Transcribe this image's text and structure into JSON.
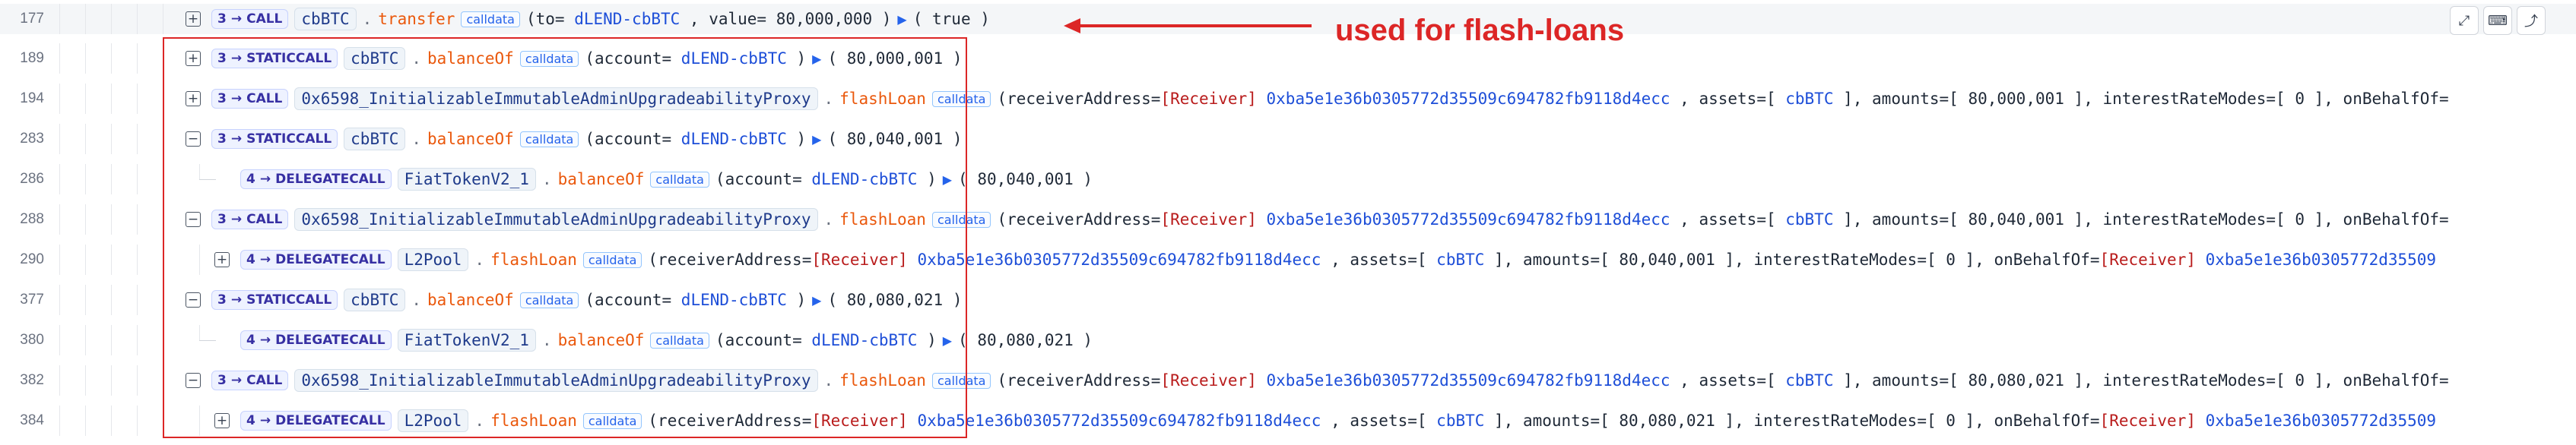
{
  "annotation": {
    "text": "used for flash-loans",
    "color": "#dc2626"
  },
  "toolbar": {
    "expand_icon": "expand-icon",
    "terminal_icon": "terminal-icon",
    "share_icon": "share-icon"
  },
  "rows": [
    {
      "line": "177",
      "toggle": "+",
      "depth": "3",
      "call_type": "CALL",
      "contract": "cbBTC",
      "function": "transfer",
      "calldata": "calldata",
      "args_text": "(to= dLEND-cbBTC , value= 80,000,000 )",
      "return": "( true )"
    },
    {
      "line": "189",
      "toggle": "+",
      "depth": "3",
      "call_type": "STATICCALL",
      "contract": "cbBTC",
      "function": "balanceOf",
      "calldata": "calldata",
      "args_text": "(account= dLEND-cbBTC )",
      "return": "( 80,000,001 )"
    },
    {
      "line": "194",
      "toggle": "+",
      "depth": "3",
      "call_type": "CALL",
      "contract": "0x6598_InitializableImmutableAdminUpgradeabilityProxy",
      "function": "flashLoan",
      "calldata": "calldata",
      "args_text": "(receiverAddress=[Receiver] 0xba5e1e36b0305772d35509c694782fb9118d4ecc , assets=[ cbBTC ], amounts=[ 80,000,001 ], interestRateModes=[ 0 ], onBehalfOf=",
      "return": ""
    },
    {
      "line": "283",
      "toggle": "−",
      "depth": "3",
      "call_type": "STATICCALL",
      "contract": "cbBTC",
      "function": "balanceOf",
      "calldata": "calldata",
      "args_text": "(account= dLEND-cbBTC )",
      "return": "( 80,040,001 )"
    },
    {
      "line": "286",
      "toggle": "",
      "depth": "4",
      "call_type": "DELEGATECALL",
      "contract": "FiatTokenV2_1",
      "function": "balanceOf",
      "calldata": "calldata",
      "args_text": "(account= dLEND-cbBTC )",
      "return": "( 80,040,001 )"
    },
    {
      "line": "288",
      "toggle": "−",
      "depth": "3",
      "call_type": "CALL",
      "contract": "0x6598_InitializableImmutableAdminUpgradeabilityProxy",
      "function": "flashLoan",
      "calldata": "calldata",
      "args_text": "(receiverAddress=[Receiver] 0xba5e1e36b0305772d35509c694782fb9118d4ecc , assets=[ cbBTC ], amounts=[ 80,040,001 ], interestRateModes=[ 0 ], onBehalfOf=",
      "return": ""
    },
    {
      "line": "290",
      "toggle": "+",
      "depth": "4",
      "call_type": "DELEGATECALL",
      "contract": "L2Pool",
      "function": "flashLoan",
      "calldata": "calldata",
      "args_text": "(receiverAddress=[Receiver] 0xba5e1e36b0305772d35509c694782fb9118d4ecc , assets=[ cbBTC ], amounts=[ 80,040,001 ], interestRateModes=[ 0 ], onBehalfOf=[Receiver] 0xba5e1e36b0305772d35509",
      "return": ""
    },
    {
      "line": "377",
      "toggle": "−",
      "depth": "3",
      "call_type": "STATICCALL",
      "contract": "cbBTC",
      "function": "balanceOf",
      "calldata": "calldata",
      "args_text": "(account= dLEND-cbBTC )",
      "return": "( 80,080,021 )"
    },
    {
      "line": "380",
      "toggle": "",
      "depth": "4",
      "call_type": "DELEGATECALL",
      "contract": "FiatTokenV2_1",
      "function": "balanceOf",
      "calldata": "calldata",
      "args_text": "(account= dLEND-cbBTC )",
      "return": "( 80,080,021 )"
    },
    {
      "line": "382",
      "toggle": "−",
      "depth": "3",
      "call_type": "CALL",
      "contract": "0x6598_InitializableImmutableAdminUpgradeabilityProxy",
      "function": "flashLoan",
      "calldata": "calldata",
      "args_text": "(receiverAddress=[Receiver] 0xba5e1e36b0305772d35509c694782fb9118d4ecc , assets=[ cbBTC ], amounts=[ 80,080,021 ], interestRateModes=[ 0 ], onBehalfOf=",
      "return": ""
    },
    {
      "line": "384",
      "toggle": "+",
      "depth": "4",
      "call_type": "DELEGATECALL",
      "contract": "L2Pool",
      "function": "flashLoan",
      "calldata": "calldata",
      "args_text": "(receiverAddress=[Receiver] 0xba5e1e36b0305772d35509c694782fb9118d4ecc , assets=[ cbBTC ], amounts=[ 80,080,021 ], interestRateModes=[ 0 ], onBehalfOf=[Receiver] 0xba5e1e36b0305772d35509",
      "return": ""
    }
  ]
}
